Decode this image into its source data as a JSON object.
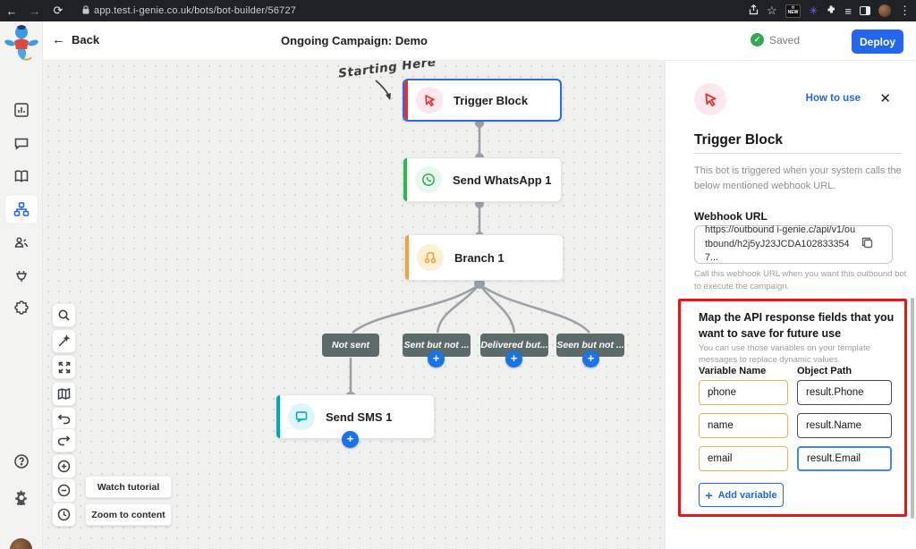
{
  "browser": {
    "url": "app.test.i-genie.co.uk/bots/bot-builder/56727",
    "new_badge_label": "NEW",
    "icons": [
      "back-icon",
      "forward-icon",
      "reload-icon",
      "lock-icon",
      "share-icon",
      "star-icon",
      "new-badge",
      "sparkle-icon",
      "extension-icon",
      "reading-list-icon",
      "side-panel-icon",
      "profile-avatar",
      "menu-dots-icon"
    ]
  },
  "header": {
    "back_label": "Back",
    "title": "Ongoing Campaign: Demo",
    "saved_label": "Saved",
    "deploy_label": "Deploy"
  },
  "sidebar": {
    "items": [
      {
        "name": "analytics",
        "icon": "bar-chart-icon",
        "active": false
      },
      {
        "name": "conversations",
        "icon": "chat-icon",
        "active": false
      },
      {
        "name": "library",
        "icon": "book-icon",
        "active": false
      },
      {
        "name": "bot-builder",
        "icon": "flow-icon",
        "active": true
      },
      {
        "name": "contacts",
        "icon": "users-icon",
        "active": false
      },
      {
        "name": "integrations",
        "icon": "plug-icon",
        "active": false
      },
      {
        "name": "apps",
        "icon": "puzzle-icon",
        "active": false
      },
      {
        "name": "help",
        "icon": "help-icon",
        "active": false
      },
      {
        "name": "settings",
        "icon": "gear-icon",
        "active": false
      }
    ]
  },
  "canvas": {
    "annotation": "Starting Here",
    "blocks": [
      {
        "label": "Trigger Block",
        "accent": "#e5322d",
        "icon": "cursor-icon",
        "selected": true
      },
      {
        "label": "Send WhatsApp 1",
        "accent": "#2bb84e",
        "icon": "whatsapp-icon",
        "selected": false
      },
      {
        "label": "Branch 1",
        "accent": "#f2a33c",
        "icon": "branch-icon",
        "selected": false
      },
      {
        "label": "Send SMS 1",
        "accent": "#00a7bd",
        "icon": "sms-icon",
        "selected": false
      }
    ],
    "branch_labels": [
      "Not sent",
      "Sent but not ...",
      "Delivered but...",
      "Seen but not ..."
    ],
    "tools": [
      "search-icon",
      "wand-icon",
      "expand-icon",
      "map-icon",
      "undo-icon",
      "redo-icon",
      "zoom-in-icon",
      "zoom-out-icon",
      "history-icon"
    ],
    "watch_tutorial_label": "Watch tutorial",
    "zoom_to_content_label": "Zoom to content"
  },
  "panel": {
    "howto_label": "How to use",
    "title": "Trigger Block",
    "description": "This bot is triggered when your system calls the below mentioned webhook URL.",
    "webhook_label": "Webhook URL",
    "webhook_url": "https://outbound i-genie.c/api/v1/outbound/h2j5yJ23JCDA1028333547...",
    "webhook_help": "Call this webhook URL when you want this outbound bot to execute the campaign.",
    "map": {
      "title": "Map the API response fields that you want to save for future use",
      "subtitle": "You can use those variables on your template messages to replace dynamic values.",
      "col_variable": "Variable Name",
      "col_path": "Object Path",
      "rows": [
        {
          "name": "phone",
          "path": "result.Phone"
        },
        {
          "name": "name",
          "path": "result.Name"
        },
        {
          "name": "email",
          "path": "result.Email"
        }
      ],
      "add_variable_label": "Add variable"
    }
  },
  "colors": {
    "deploy_blue": "#2467ec",
    "saved_green": "#34a853",
    "annotation_red_box": "#f01414",
    "orange_input_border": "#f0b353",
    "focus_blue": "#4285f4",
    "connector_gray": "#9aa0a6",
    "chip_gray": "#5d6a6a",
    "plus_blue": "#1a73e8"
  }
}
